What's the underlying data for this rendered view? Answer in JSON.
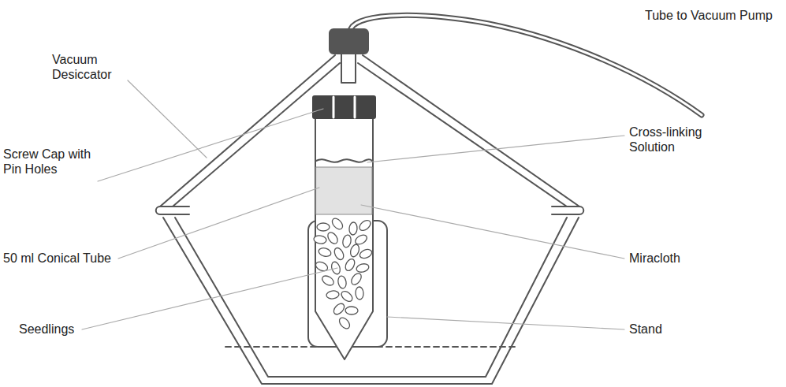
{
  "diagram": {
    "labels": [
      "Tube to Vacuum Pump",
      "Vacuum Desiccator",
      "Screw Cap with Pin Holes",
      "Cross-linking Solution",
      "50 ml Conical Tube",
      "Miracloth",
      "Seedlings",
      "Stand"
    ]
  }
}
